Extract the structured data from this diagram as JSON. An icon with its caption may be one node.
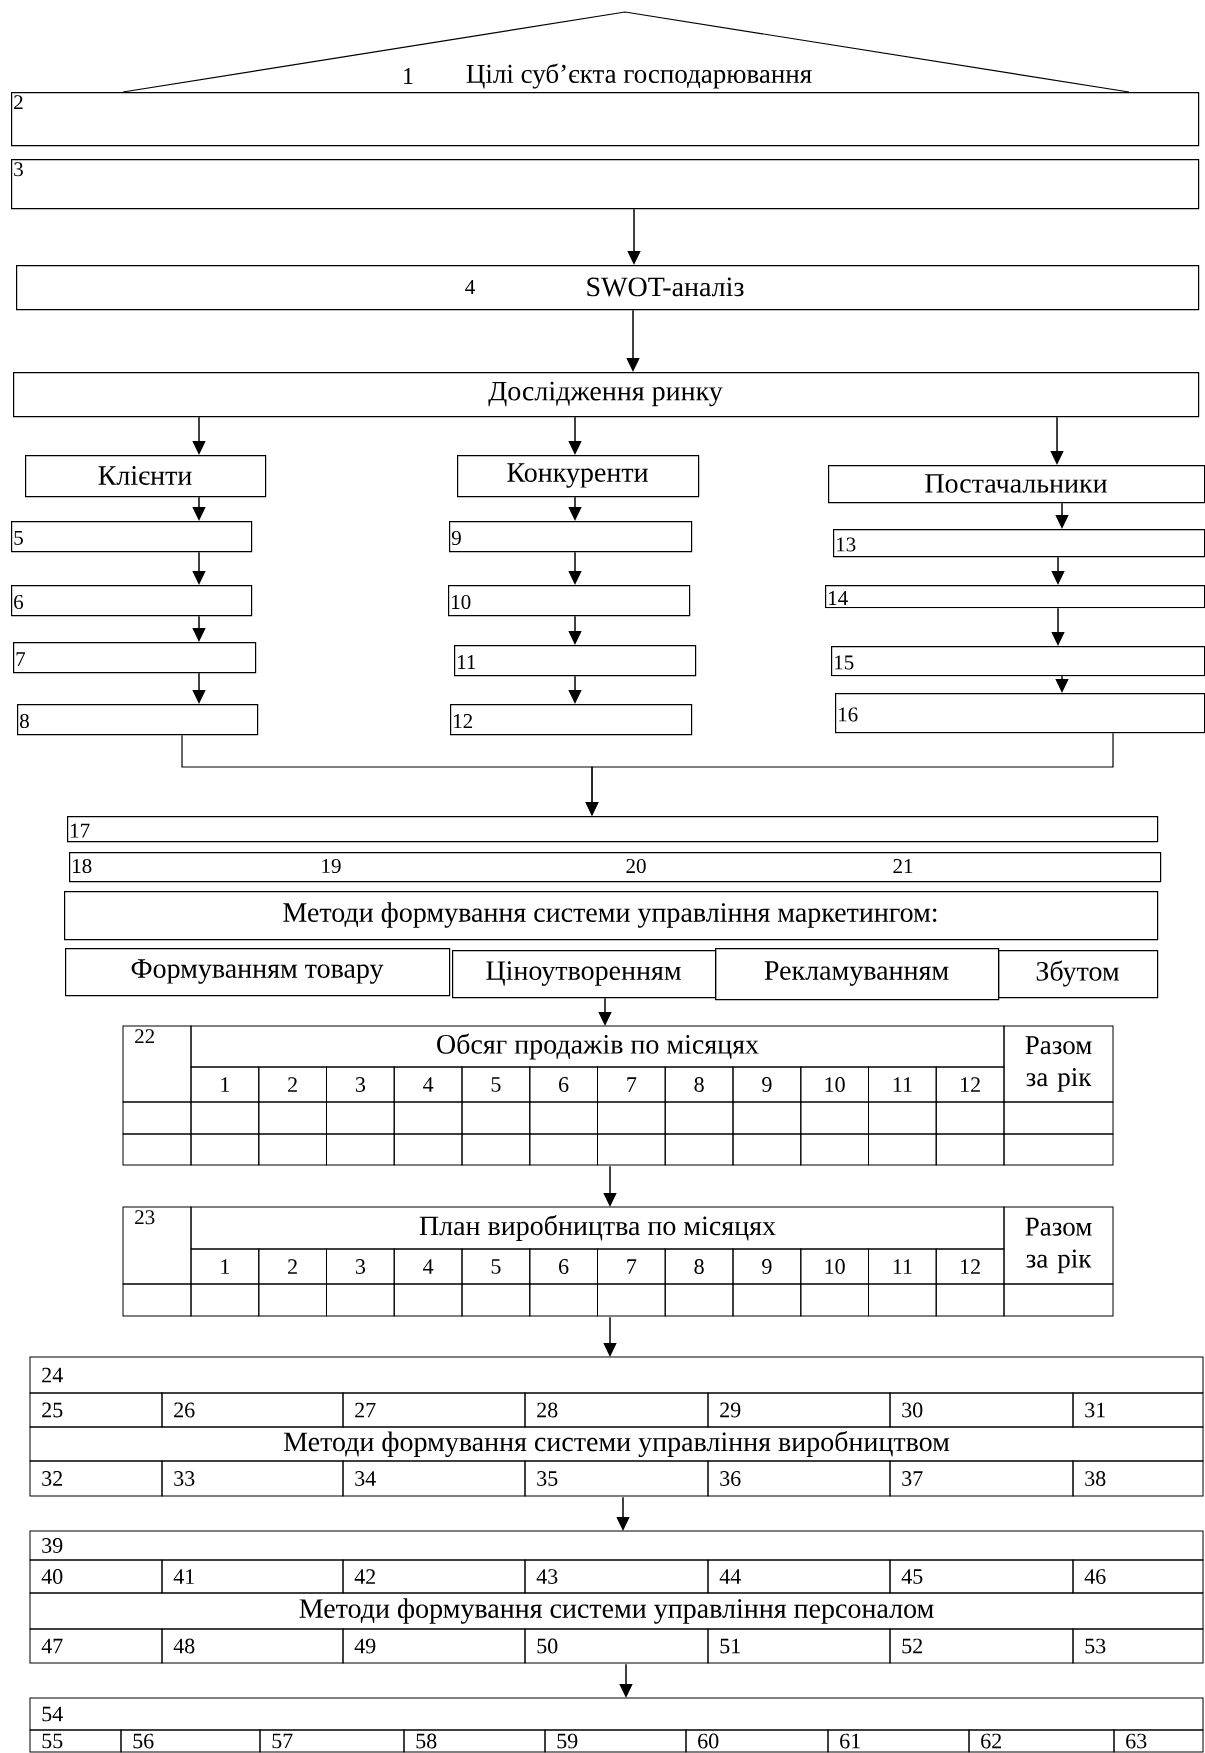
{
  "diagram": {
    "nodes": [
      {
        "text": [
          "1",
          "Цілі суб’єкта господарювання"
        ]
      },
      {
        "text": [
          "2"
        ]
      },
      {
        "text": [
          "3"
        ]
      },
      {
        "text": [
          "4",
          "SWOT-аналіз"
        ]
      },
      {
        "text": [
          "Дослідження ринку"
        ]
      },
      {
        "text": [
          "Клієнти"
        ]
      },
      {
        "text": [
          "Конкуренти"
        ]
      },
      {
        "text": [
          "Постачальники"
        ]
      },
      {
        "text": [
          "5"
        ]
      },
      {
        "text": [
          "6"
        ]
      },
      {
        "text": [
          "7"
        ]
      },
      {
        "text": [
          "8"
        ]
      },
      {
        "text": [
          "9"
        ]
      },
      {
        "text": [
          "10"
        ]
      },
      {
        "text": [
          "11"
        ]
      },
      {
        "text": [
          "12"
        ]
      },
      {
        "text": [
          "13"
        ]
      },
      {
        "text": [
          "14"
        ]
      },
      {
        "text": [
          "15"
        ]
      },
      {
        "text": [
          "16"
        ]
      },
      {
        "text": [
          "17"
        ]
      },
      {
        "text": [
          "18",
          "19",
          "20",
          "21"
        ]
      },
      {
        "text": [
          "Методи формування системи управління маркетингом:"
        ]
      },
      {
        "text": [
          "Формуванням товару"
        ]
      },
      {
        "text": [
          "Ціноутворенням"
        ]
      },
      {
        "text": [
          "Рекламуванням"
        ]
      },
      {
        "text": [
          "Збутом"
        ]
      },
      {
        "text": [
          "22",
          "Обсяг продажів по місяцях",
          "1",
          "2",
          "3",
          "4",
          "5",
          "6",
          "7",
          "8",
          "9",
          "10",
          "11",
          "12",
          "Разом за рік"
        ]
      },
      {
        "text": [
          "23",
          "План виробництва по місяцях",
          "1",
          "2",
          "3",
          "4",
          "5",
          "6",
          "7",
          "8",
          "9",
          "10",
          "11",
          "12",
          "Разом за рік"
        ]
      },
      {
        "text": [
          "24",
          "25",
          "26",
          "27",
          "28",
          "29",
          "30",
          "31",
          "Методи формування системи управління виробництвом",
          "32",
          "33",
          "34",
          "35",
          "36",
          "37",
          "38"
        ]
      },
      {
        "text": [
          "39",
          "40",
          "41",
          "42",
          "43",
          "44",
          "45",
          "46",
          "Методи формування системи  управління персоналом",
          "47",
          "48",
          "49",
          "50",
          "51",
          "52",
          "53"
        ]
      },
      {
        "text": [
          "54",
          "55",
          "56",
          "57",
          "58",
          "59",
          "60",
          "61",
          "62",
          "63"
        ]
      }
    ],
    "edges": [
      {
        "from": 2,
        "to": 3,
        "arrow": "to"
      },
      {
        "from": 3,
        "to": 4,
        "arrow": "to"
      },
      {
        "from": 4,
        "to": 5,
        "arrow": "to"
      },
      {
        "from": 4,
        "to": 6,
        "arrow": "to"
      },
      {
        "from": 4,
        "to": 7,
        "arrow": "to"
      },
      {
        "from": 5,
        "to": 8,
        "arrow": "to"
      },
      {
        "from": 8,
        "to": 9,
        "arrow": "to"
      },
      {
        "from": 9,
        "to": 10,
        "arrow": "to"
      },
      {
        "from": 10,
        "to": 11,
        "arrow": "to"
      },
      {
        "from": 6,
        "to": 12,
        "arrow": "to"
      },
      {
        "from": 12,
        "to": 13,
        "arrow": "to"
      },
      {
        "from": 13,
        "to": 14,
        "arrow": "to"
      },
      {
        "from": 14,
        "to": 15,
        "arrow": "to"
      },
      {
        "from": 7,
        "to": 16,
        "arrow": "to"
      },
      {
        "from": 16,
        "to": 17,
        "arrow": "to"
      },
      {
        "from": 17,
        "to": 18,
        "arrow": "to"
      },
      {
        "from": 18,
        "to": 19,
        "arrow": "to"
      },
      {
        "from": 11,
        "to": 20,
        "arrow": "to"
      },
      {
        "from": 19,
        "to": 20,
        "arrow": "to"
      },
      {
        "from": 24,
        "to": 27,
        "arrow": "to"
      },
      {
        "from": 27,
        "to": 28,
        "arrow": "to"
      },
      {
        "from": 28,
        "to": 29,
        "arrow": "to"
      },
      {
        "from": 29,
        "to": 30,
        "arrow": "to"
      },
      {
        "from": 30,
        "to": 31,
        "arrow": "to"
      }
    ]
  }
}
